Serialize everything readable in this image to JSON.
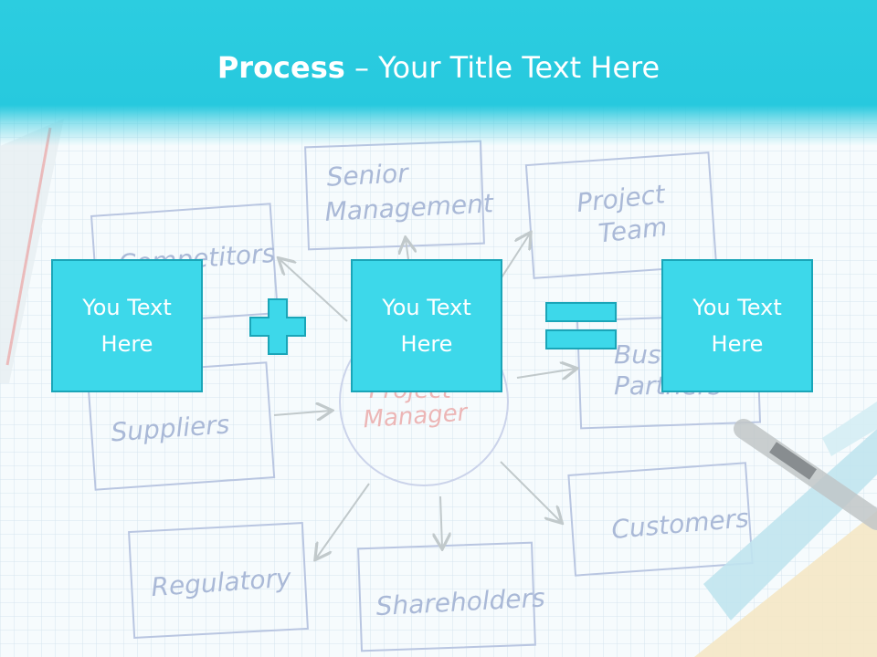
{
  "title": {
    "bold": "Process",
    "dash": " – ",
    "rest": "Your Title Text Here"
  },
  "background_sketch": {
    "senior": [
      "Senior",
      "Management"
    ],
    "project": [
      "Project",
      "Team"
    ],
    "competitors": "Competitors",
    "suppliers": "Suppliers",
    "business": [
      "Business",
      "Partners"
    ],
    "manager": [
      "Project",
      "Manager"
    ],
    "regulatory": "Regulatory",
    "shareholders": "Shareholders",
    "customers": "Customers"
  },
  "boxes": [
    {
      "text": "You Text\nHere"
    },
    {
      "text": "You Text\nHere"
    },
    {
      "text": "You Text\nHere"
    }
  ],
  "operators": [
    "plus-icon",
    "equals-icon"
  ],
  "colors": {
    "accent": "#3dd8ea",
    "accent_border": "#1aa5b8",
    "title_band": "#2ccde0",
    "sketch_ink": "#8a9fc8"
  }
}
